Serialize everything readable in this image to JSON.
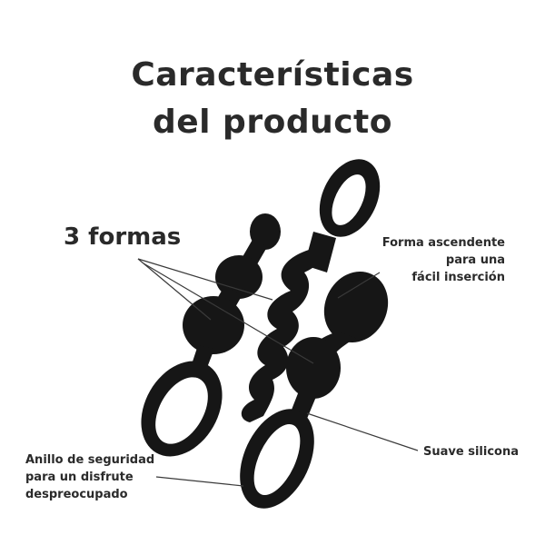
{
  "title": {
    "line1": "Características",
    "line2": "del producto"
  },
  "features": {
    "shapes": "3 formas",
    "ascending": [
      "Forma ascendente",
      "para una",
      "fácil inserción"
    ],
    "silicone": "Suave silicona",
    "ring": [
      "Anillo de seguridad",
      "para un disfrute",
      "despreocupado"
    ]
  },
  "colors": {
    "text": "#2a2a2a",
    "product": "#161616",
    "line": "#3a3a3a"
  }
}
